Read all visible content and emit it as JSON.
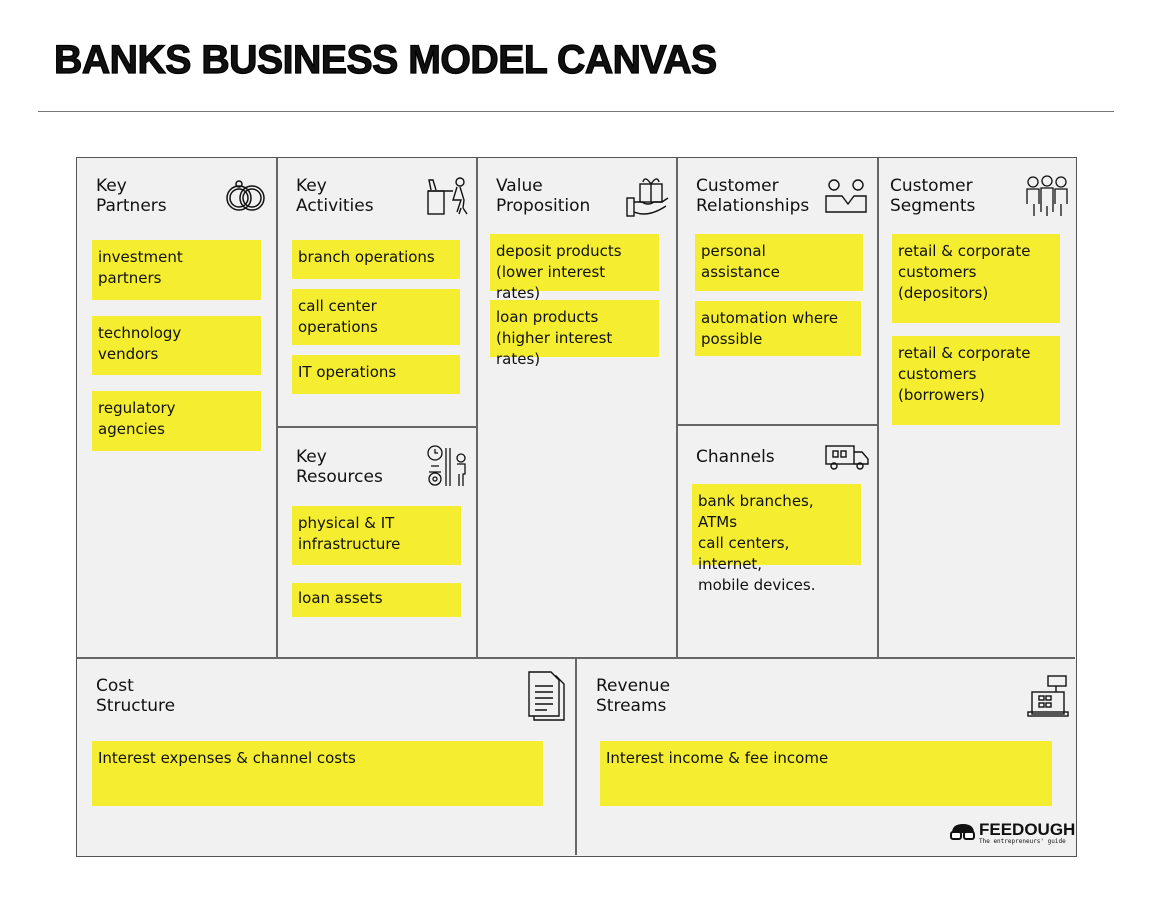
{
  "title": "BANKS BUSINESS MODEL CANVAS",
  "colors": {
    "note": "#f5ee30",
    "canvas": "#f1f1f1",
    "border": "#555555"
  },
  "sections": {
    "key_partners": {
      "title": "Key\nPartners",
      "icon": "rings-icon",
      "notes": [
        "investment\npartners",
        "technology\nvendors",
        "regulatory\nagencies"
      ]
    },
    "key_activities": {
      "title": "Key\nActivities",
      "icon": "desk-worker-icon",
      "notes": [
        "branch operations",
        "call center\noperations",
        "IT operations"
      ]
    },
    "key_resources": {
      "title": "Key\nResources",
      "icon": "resources-icon",
      "notes": [
        "physical & IT\ninfrastructure",
        "loan assets"
      ]
    },
    "value_proposition": {
      "title": "Value\nProposition",
      "icon": "gift-hand-icon",
      "notes": [
        "deposit products\n(lower interest rates)",
        "loan products\n(higher interest rates)"
      ]
    },
    "customer_relationships": {
      "title": "Customer\nRelationships",
      "icon": "people-icon",
      "notes": [
        "personal\nassistance",
        "automation where\npossible"
      ]
    },
    "channels": {
      "title": "Channels",
      "icon": "truck-icon",
      "notes": [
        "bank branches, ATMs\ncall centers, internet,\nmobile devices."
      ]
    },
    "customer_segments": {
      "title": "Customer\nSegments",
      "icon": "group-icon",
      "notes": [
        "retail & corporate\ncustomers\n(depositors)",
        "retail & corporate\ncustomers\n(borrowers)"
      ]
    },
    "cost_structure": {
      "title": "Cost\nStructure",
      "icon": "documents-icon",
      "notes": [
        "Interest expenses & channel costs"
      ]
    },
    "revenue_streams": {
      "title": "Revenue\nStreams",
      "icon": "cash-register-icon",
      "notes": [
        "Interest income & fee income"
      ]
    }
  },
  "logo": {
    "name": "FEEDOUGH",
    "tagline": "The entrepreneurs' guide"
  }
}
